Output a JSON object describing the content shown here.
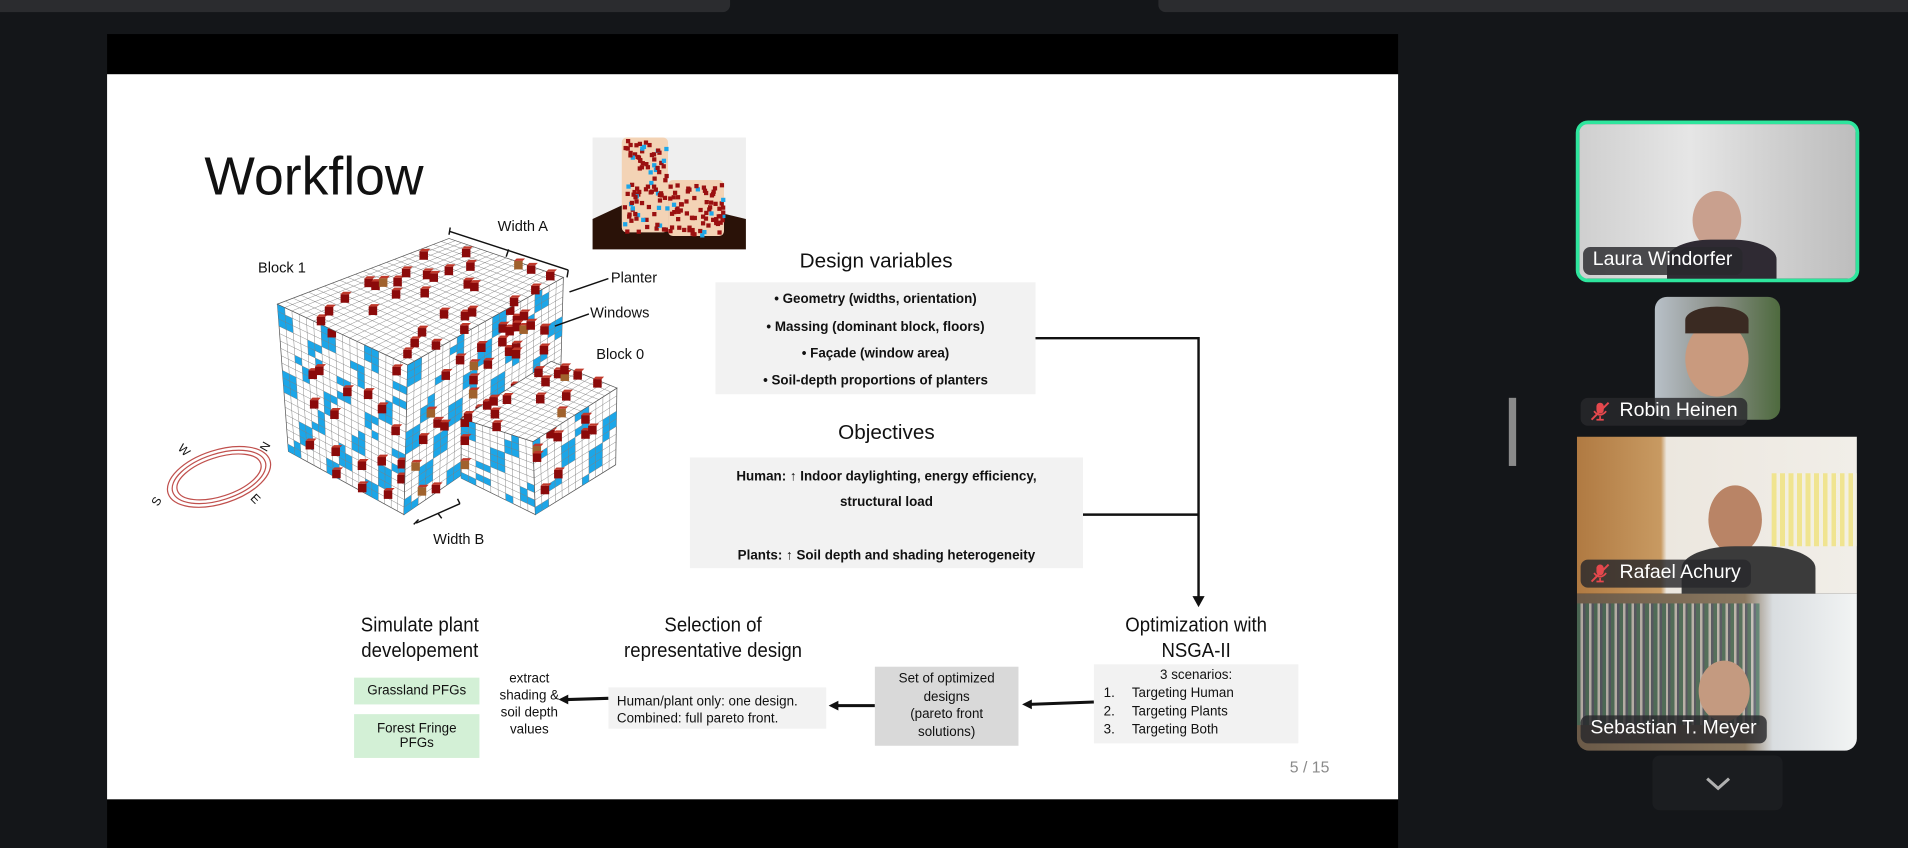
{
  "slide": {
    "title": "Workflow",
    "labels": {
      "width_a": "Width A",
      "block1": "Block 1",
      "planter": "Planter",
      "windows": "Windows",
      "block0": "Block 0",
      "width_b": "Width B"
    },
    "compass": {
      "n": "N",
      "w": "W",
      "s": "S",
      "e": "E"
    },
    "design_variables": {
      "heading": "Design variables",
      "items": [
        "Geometry (widths, orientation)",
        "Massing (dominant block, floors)",
        "Façade (window area)",
        "Soil-depth proportions of planters"
      ]
    },
    "objectives": {
      "heading": "Objectives",
      "human_line1": "Human:  ↑ Indoor daylighting, energy efficiency,",
      "human_line2": "structural load",
      "plants_line": "Plants: ↑ Soil depth  and shading heterogeneity"
    },
    "optimization": {
      "heading_line1": "Optimization with",
      "heading_line2": "NSGA-II",
      "scenarios_title": "3 scenarios:",
      "scenarios": [
        {
          "num": "1.",
          "text": "Targeting Human"
        },
        {
          "num": "2.",
          "text": "Targeting Plants"
        },
        {
          "num": "3.",
          "text": "Targeting Both"
        }
      ]
    },
    "optimized_set": {
      "lines": [
        "Set of optimized",
        "designs",
        "(pareto front",
        "solutions)"
      ]
    },
    "selection": {
      "heading_line1": "Selection of",
      "heading_line2": "representative design",
      "lines": [
        "Human/plant only: one design.",
        "Combined: full pareto front."
      ]
    },
    "extract": {
      "lines": [
        "extract",
        "shading &",
        "soil depth",
        "values"
      ]
    },
    "simulate": {
      "heading_line1": "Simulate plant",
      "heading_line2": "developement",
      "pfgs": [
        "Grassland PFGs",
        "Forest Fringe PFGs"
      ]
    },
    "page_indicator": "5 / 15"
  },
  "participants": [
    {
      "name": "Laura Windorfer",
      "muted": false,
      "speaking": true
    },
    {
      "name": "Robin Heinen",
      "muted": true,
      "speaking": false
    },
    {
      "name": "Rafael Achury",
      "muted": true,
      "speaking": false
    },
    {
      "name": "Sebastian T. Meyer",
      "muted": false,
      "speaking": false
    }
  ],
  "colors": {
    "speaking_border": "#2ee59d",
    "window_blue": "#1ca6e8",
    "planter_red": "#8b0a0a",
    "pfg_green": "#d3f0d6",
    "muted_red": "#e5484d"
  }
}
